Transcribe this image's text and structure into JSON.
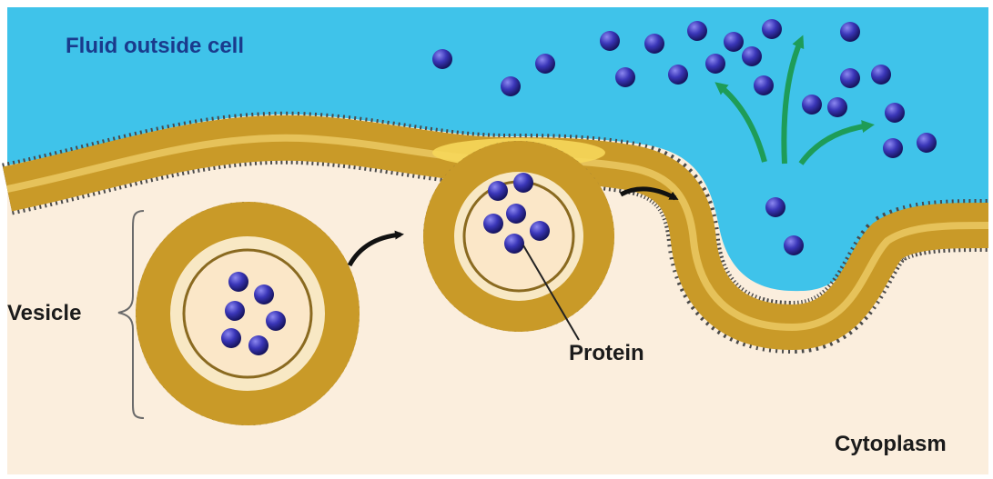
{
  "labels": {
    "fluid_outside": "Fluid outside cell",
    "vesicle": "Vesicle",
    "protein": "Protein",
    "cytoplasm": "Cytoplasm"
  },
  "colors": {
    "fluid": "#3fc3ea",
    "cytoplasm": "#fbeedd",
    "membrane": "#c99a28",
    "membrane_dots": "#4a4a4a",
    "protein": "#2c2a9e",
    "arrow_green": "#1e9c58",
    "arrow_black": "#111111"
  },
  "icons": {
    "protein": "protein-sphere-icon",
    "green_arrow": "release-arrow-icon",
    "black_arrow": "transport-arrow-icon"
  }
}
